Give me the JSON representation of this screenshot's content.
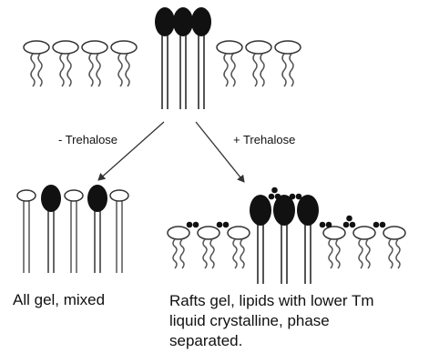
{
  "diagram": {
    "arrows": {
      "left_label": "- Trehalose",
      "right_label": "+ Trehalose"
    },
    "captions": {
      "left": "All gel, mixed",
      "right_lines": [
        "Rafts gel, lipids with lower Tm",
        "liquid crystalline, phase",
        "separated."
      ]
    },
    "colors": {
      "ink": "#111111",
      "stroke": "#333333",
      "dark_head": "#111111",
      "light_head": "#ffffff",
      "tail": "#555555"
    }
  }
}
